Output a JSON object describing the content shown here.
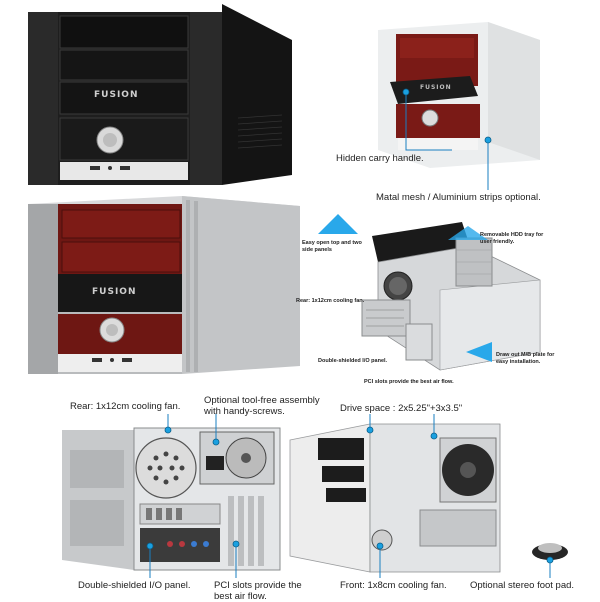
{
  "brand": "FUSION",
  "callouts": {
    "carry_handle": "Hidden carry handle.",
    "mesh": "Matal mesh / Aluminium strips optional.",
    "easy_open": "Easy open top and two side panels",
    "hdd_tray": "Removable HDD tray for user friendly.",
    "rear_fan_small": "Rear: 1x12cm cooling fan.",
    "io_small": "Double-shielded I/O panel.",
    "pci_small": "PCI slots provide the best air flow.",
    "mb_plate": "Draw out M/B plate for easy installation.",
    "rear_fan": "Rear: 1x12cm cooling fan.",
    "tool_free": "Optional tool-free assembly with handy-screws.",
    "drive_space": "Drive space : 2x5.25\"+3x3.5\"",
    "io_panel": "Double-shielded I/O panel.",
    "pci_slots": "PCI slots provide the best air flow.",
    "front_fan": "Front: 1x8cm cooling fan.",
    "foot_pad": "Optional stereo foot pad."
  },
  "colors": {
    "accent": "#1aa0e0",
    "black_case": "#1b1b1b",
    "red_panel": "#7a1a16",
    "silver": "#c9cbcd"
  }
}
